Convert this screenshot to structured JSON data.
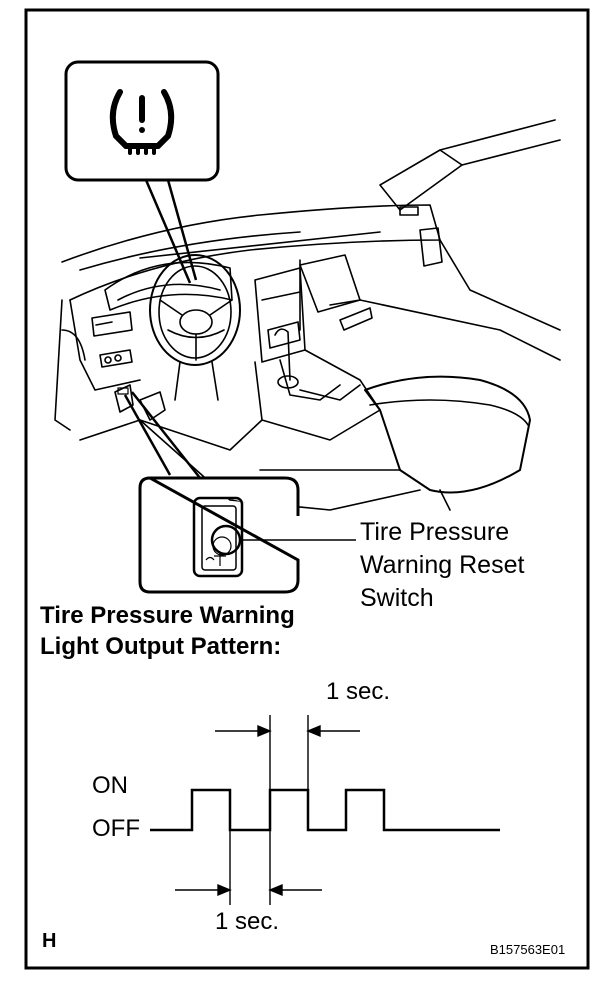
{
  "callout": {
    "lines": [
      "Tire Pressure",
      "Warning Reset",
      "Switch"
    ]
  },
  "pattern": {
    "title_lines": [
      "Tire Pressure Warning",
      "Light Output Pattern:"
    ],
    "on_label": "ON",
    "off_label": "OFF",
    "top_duration": "1 sec.",
    "bottom_duration": "1 sec."
  },
  "panel_letter": "H",
  "figure_id": "B157563E01",
  "icons": {
    "warning": "tire-pressure-warning-icon",
    "switch": "reset-switch-icon"
  }
}
